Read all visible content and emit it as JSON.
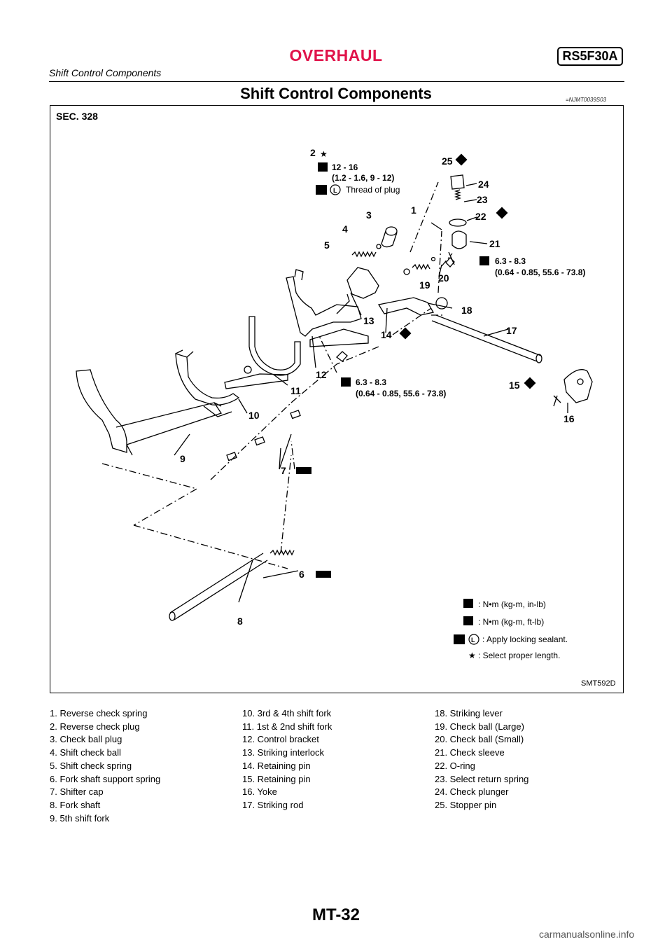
{
  "header": {
    "title": "OVERHAUL",
    "badge": "RS5F30A",
    "subtitle": "Shift Control Components"
  },
  "section": {
    "title": "Shift Control Components",
    "code": "=NJMT0039S03"
  },
  "figure": {
    "sec_label": "SEC. 328",
    "code": "SMT592D",
    "callouts": [
      "1",
      "2",
      "3",
      "4",
      "5",
      "6",
      "7",
      "8",
      "9",
      "10",
      "11",
      "12",
      "13",
      "14",
      "15",
      "16",
      "17",
      "18",
      "19",
      "20",
      "21",
      "22",
      "23",
      "24",
      "25"
    ],
    "torque_plug": {
      "line1": "12 - 16",
      "line2": "(1.2 - 1.6, 9 - 12)",
      "note": "Thread of plug"
    },
    "torque_21": {
      "line1": "6.3 - 8.3",
      "line2": "(0.64 - 0.85, 55.6 - 73.8)"
    },
    "torque_12": {
      "line1": "6.3 - 8.3",
      "line2": "(0.64 - 0.85, 55.6 - 73.8)"
    },
    "key": {
      "torque_in_lb": ": N•m (kg-m, in-lb)",
      "torque_ft_lb": ": N•m (kg-m, ft-lb)",
      "sealant": ": Apply locking sealant.",
      "star": ": Select proper length."
    }
  },
  "parts": {
    "col1": [
      "1. Reverse check spring",
      "2. Reverse check plug",
      "3. Check ball plug",
      "4. Shift check ball",
      "5. Shift check spring",
      "6. Fork shaft support spring",
      "7. Shifter cap",
      "8. Fork shaft",
      "9. 5th shift fork"
    ],
    "col2": [
      "10. 3rd & 4th shift fork",
      "11. 1st & 2nd shift fork",
      "12. Control bracket",
      "13. Striking interlock",
      "14. Retaining pin",
      "15. Retaining pin",
      "16. Yoke",
      "17. Striking rod"
    ],
    "col3": [
      "18. Striking lever",
      "19. Check ball (Large)",
      "20. Check ball (Small)",
      "21. Check sleeve",
      "22. O-ring",
      "23. Select return spring",
      "24. Check plunger",
      "25. Stopper pin"
    ]
  },
  "footer": {
    "page": "MT-32",
    "watermark": "carmanualsonline.info"
  },
  "colors": {
    "accent": "#e0134a",
    "ink": "#000000"
  }
}
